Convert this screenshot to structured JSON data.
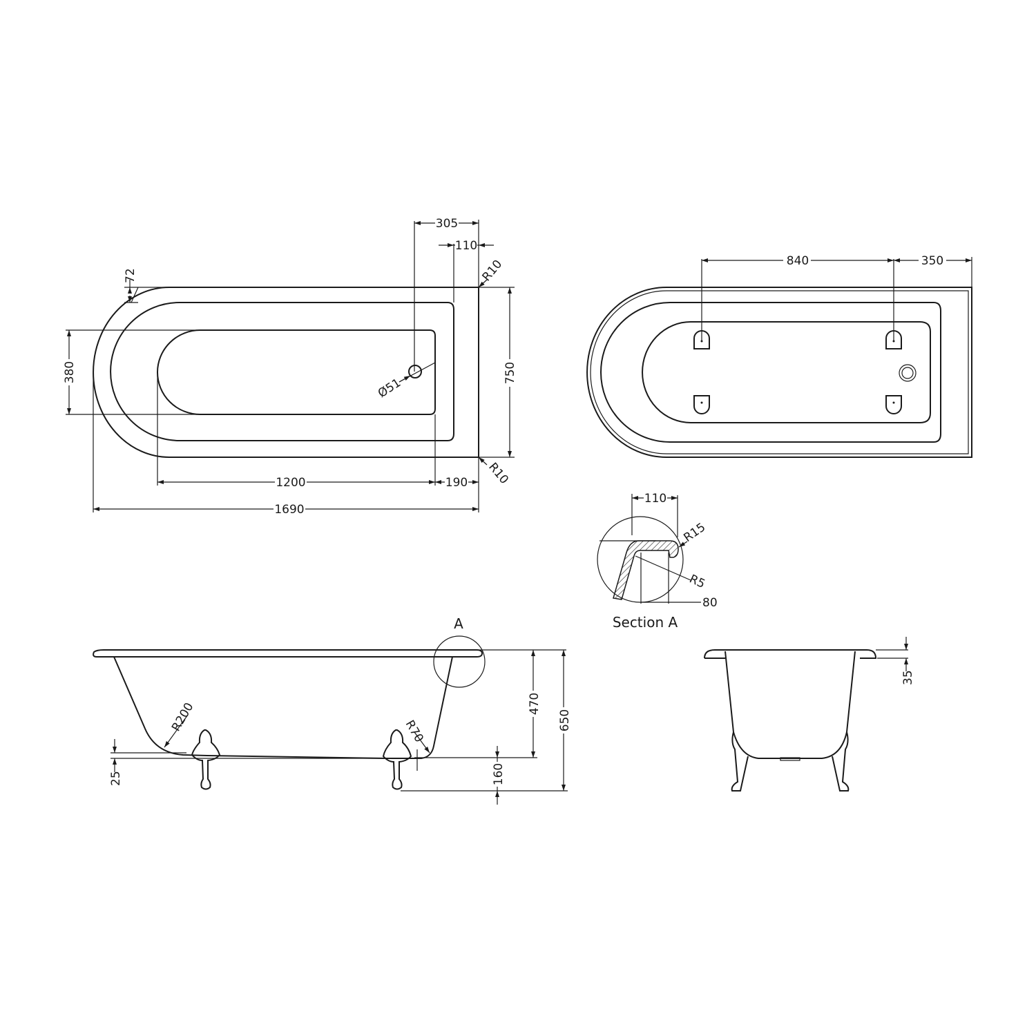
{
  "drawing": {
    "subject": "Single-ended freestanding bath technical drawing",
    "line_color": "#1a1a1a",
    "background": "#ffffff"
  },
  "top_view": {
    "dims": {
      "waste_offset": "305",
      "rim_inner": "110",
      "rim_width": "72",
      "corner_radius_top": "R10",
      "corner_radius_bottom": "R10",
      "width": "750",
      "inner_width": "380",
      "waste_diameter": "Ø51",
      "inner_length": "1200",
      "end_offset": "190",
      "overall_length": "1690"
    }
  },
  "underside_view": {
    "dims": {
      "feet_spacing": "840",
      "feet_end_offset": "350"
    }
  },
  "section_a": {
    "title": "Section A",
    "dims": {
      "rim_depth": "110",
      "outer_radius": "R15",
      "inner_radius": "R5",
      "rim_drop": "80"
    }
  },
  "side_view": {
    "detail_marker": "A",
    "dims": {
      "head_radius": "R200",
      "foot_radius": "R70",
      "inner_depth": "470",
      "overall_height": "650",
      "base_offset": "25",
      "feet_height": "160"
    }
  },
  "end_view": {
    "dims": {
      "rim_thickness": "35"
    }
  }
}
